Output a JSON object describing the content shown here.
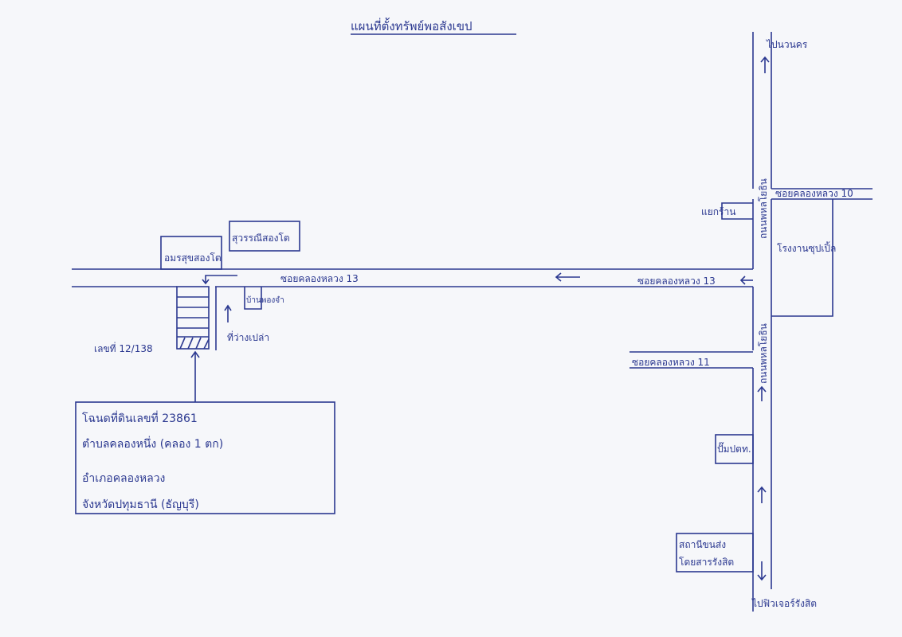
{
  "title": "แผนที่ตั้งทรัพย์พอสังเขป",
  "directions": {
    "north": "ไปนวนคร",
    "south": "ไปฟิวเจอร์รังสิต"
  },
  "roads": {
    "main_vertical_upper": "ถนนพหลโยธิน",
    "main_vertical_lower": "ถนนพหลโยธิน",
    "soi_13_left": "ซอยคลองหลวง 13",
    "soi_13_right": "ซอยคลองหลวง 13",
    "soi_10": "ซอยคลองหลวง 10",
    "soi_11": "ซอยคลองหลวง 11"
  },
  "landmarks": {
    "amon": "อมรสุขสองโต",
    "suwanee": "สุวรรณีสองโต",
    "house": "บ้านพองจำ",
    "vacant": "ที่ว่างเปล่า",
    "house_number": "เลขที่ 12/138",
    "shop": "แยกร้าน",
    "factory": "โรงงานซุปเปิ้ล",
    "ptt": "ปั๊มปตท.",
    "bus_station_1": "สถานีขนส่ง",
    "bus_station_2": "โดยสารรังสิต"
  },
  "property_box": {
    "line1": "โฉนดที่ดินเลขที่ 23861",
    "line2": "ตำบลคลองหนึ่ง (คลอง 1 ตก)",
    "line3": "อำเภอคลองหลวง",
    "line4": "จังหวัดปทุมธานี (ธัญบุรี)"
  },
  "colors": {
    "ink": "#2b3890",
    "paper": "#f6f7fa"
  }
}
